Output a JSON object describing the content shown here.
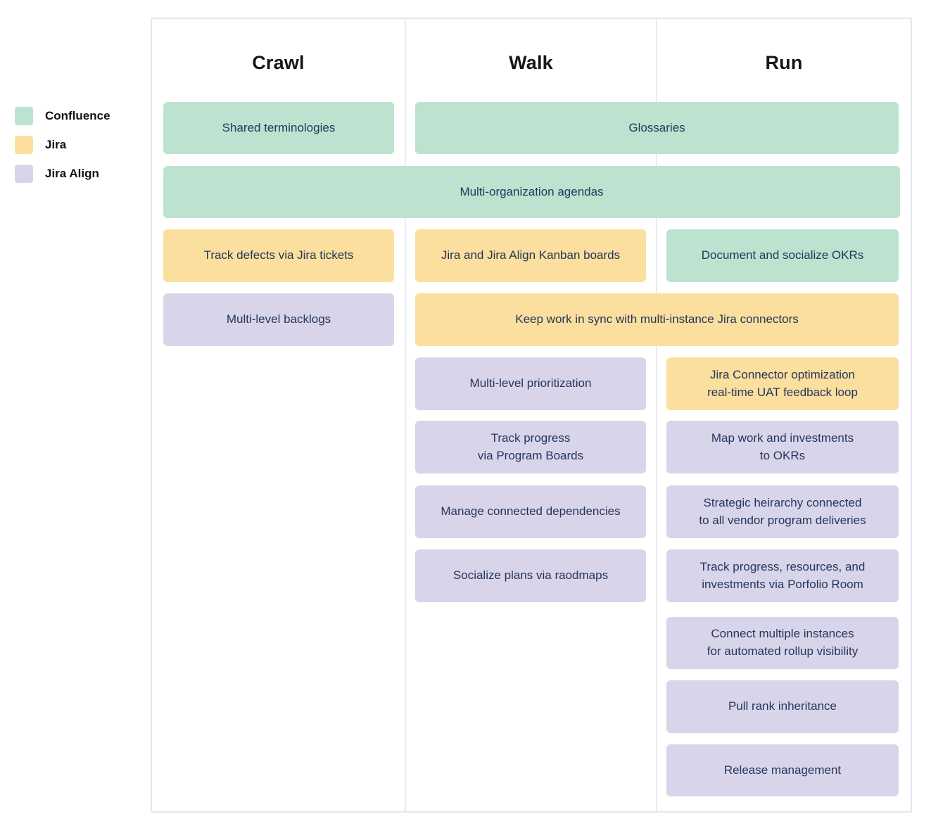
{
  "palette": {
    "confluence": "#BCE3D0",
    "jira": "#FADF9E",
    "jira_align": "#D8D5EA",
    "box_text": "#26355C",
    "header_text": "#161616",
    "table_border": "#E3E8F0"
  },
  "legend": {
    "items": [
      {
        "label": "Confluence",
        "product": "confluence"
      },
      {
        "label": "Jira",
        "product": "jira"
      },
      {
        "label": "Jira Align",
        "product": "jira-align"
      }
    ]
  },
  "columns": [
    {
      "label": "Crawl"
    },
    {
      "label": "Walk"
    },
    {
      "label": "Run"
    }
  ],
  "boxes": [
    {
      "label": "Shared terminologies",
      "product": "confluence",
      "column": "Crawl"
    },
    {
      "label": "Glossaries",
      "product": "confluence",
      "column": "Walk+Run"
    },
    {
      "label": "Multi-organization agendas",
      "product": "confluence",
      "column": "Crawl+Walk+Run"
    },
    {
      "label": "Track defects via Jira tickets",
      "product": "jira",
      "column": "Crawl"
    },
    {
      "label": "Jira and Jira Align Kanban boards",
      "product": "jira",
      "column": "Walk"
    },
    {
      "label": "Document and socialize OKRs",
      "product": "confluence",
      "column": "Run"
    },
    {
      "label": "Multi-level backlogs",
      "product": "jira-align",
      "column": "Crawl"
    },
    {
      "label": "Keep work in sync with multi-instance Jira connectors",
      "product": "jira",
      "column": "Walk+Run"
    },
    {
      "label": "Multi-level prioritization",
      "product": "jira-align",
      "column": "Walk"
    },
    {
      "label": "Jira Connector optimization\nreal-time UAT feedback loop",
      "product": "jira",
      "column": "Run"
    },
    {
      "label": "Track progress\nvia Program Boards",
      "product": "jira-align",
      "column": "Walk"
    },
    {
      "label": "Map work and investments\nto OKRs",
      "product": "jira-align",
      "column": "Run"
    },
    {
      "label": "Manage connected dependencies",
      "product": "jira-align",
      "column": "Walk"
    },
    {
      "label": "Strategic heirarchy connected\nto all vendor program deliveries",
      "product": "jira-align",
      "column": "Run"
    },
    {
      "label": "Socialize plans via raodmaps",
      "product": "jira-align",
      "column": "Walk"
    },
    {
      "label": "Track progress, resources, and\ninvestments via Porfolio Room",
      "product": "jira-align",
      "column": "Run"
    },
    {
      "label": "Connect multiple instances\nfor automated rollup visibility",
      "product": "jira-align",
      "column": "Run"
    },
    {
      "label": "Pull rank inheritance",
      "product": "jira-align",
      "column": "Run"
    },
    {
      "label": "Release management",
      "product": "jira-align",
      "column": "Run"
    }
  ]
}
